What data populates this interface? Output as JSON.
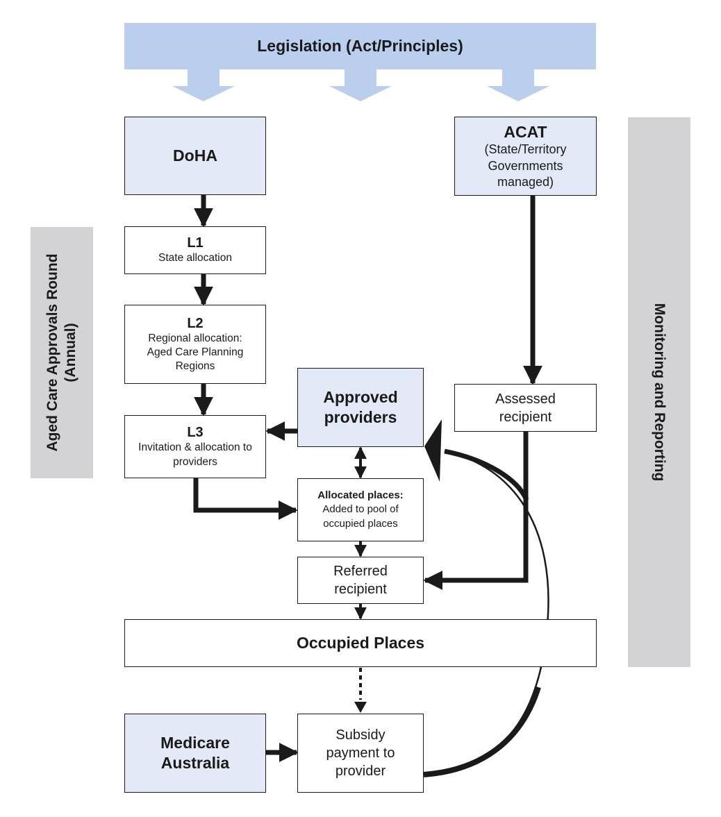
{
  "banner": {
    "title": "Legislation (Act/Principles)"
  },
  "left_band": {
    "line1": "Aged Care Approvals Round",
    "line2": "(Annual)"
  },
  "right_band": {
    "label": "Monitoring and Reporting"
  },
  "doha": {
    "title": "DoHA"
  },
  "acat": {
    "title": "ACAT",
    "sub": "(State/Territory Governments managed)"
  },
  "l1": {
    "title": "L1",
    "sub": "State allocation"
  },
  "l2": {
    "title": "L2",
    "sub": "Regional allocation: Aged Care Planning Regions"
  },
  "l3": {
    "title": "L3",
    "sub": "Invitation & allocation to providers"
  },
  "approved": {
    "title": "Approved providers"
  },
  "assessed": {
    "title": "Assessed recipient"
  },
  "allocated": {
    "title": "Allocated places:",
    "sub": "Added to pool of occupied places"
  },
  "referred": {
    "title": "Referred recipient"
  },
  "occupied": {
    "title": "Occupied Places"
  },
  "medicare": {
    "title": "Medicare Australia"
  },
  "subsidy": {
    "title": "Subsidy payment to provider"
  },
  "colors": {
    "banner": "#b9cfed",
    "agency_box": "#e3e9f6",
    "side_band": "#d3d3d5",
    "arrow": "#1a1a1a"
  }
}
